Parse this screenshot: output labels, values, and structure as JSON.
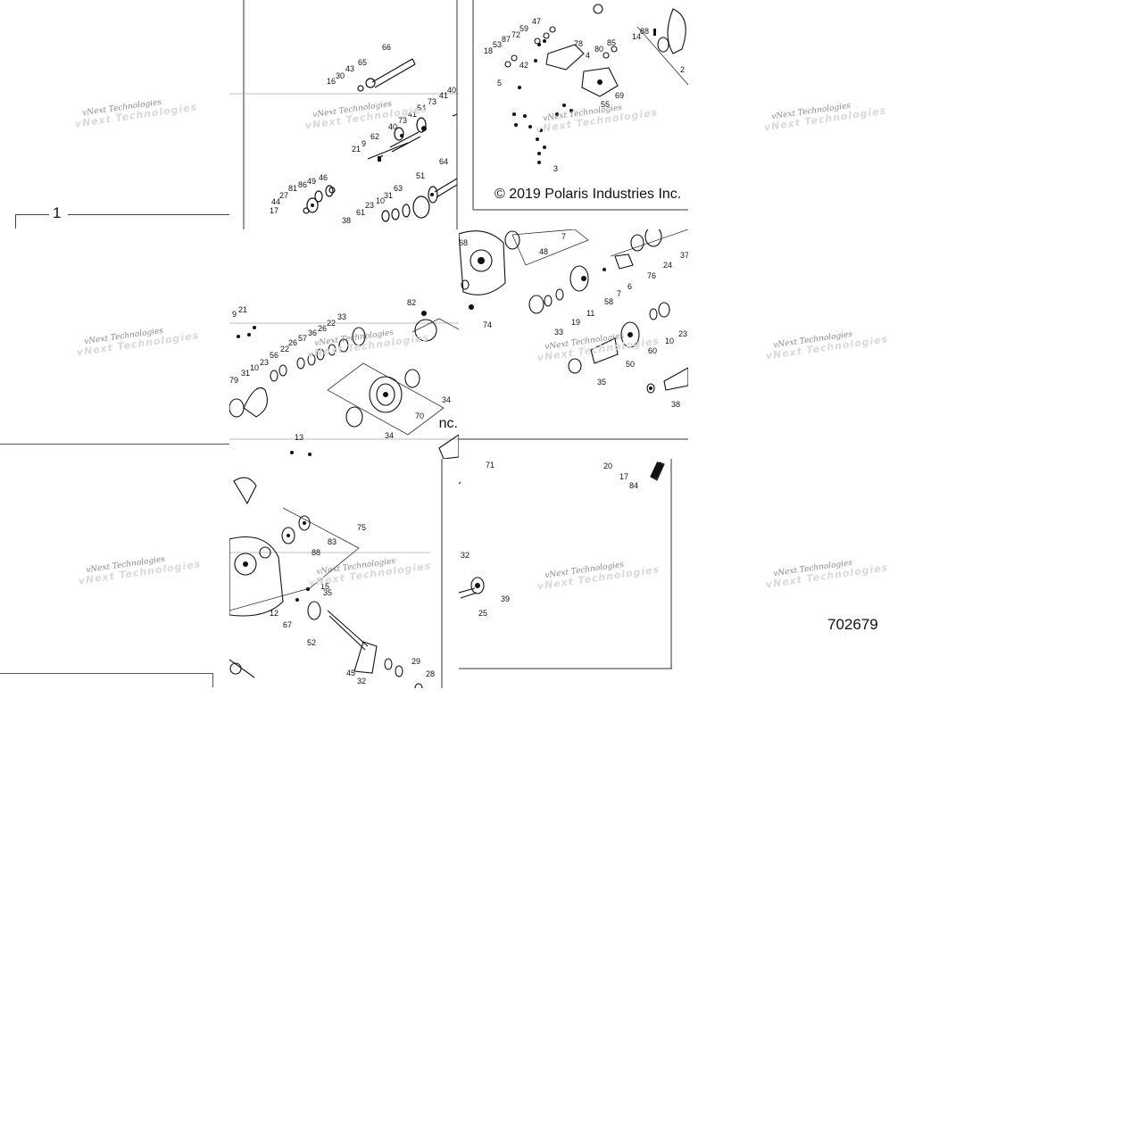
{
  "copyright": "© 2019 Polaris Industries Inc.",
  "copyright_tail": "nc.",
  "diagram_number": "702679",
  "callout_one": "1",
  "watermark": "vNext Technologies",
  "tiles": {
    "a": [
      "66",
      "43",
      "65",
      "30",
      "16",
      "41",
      "40",
      "73",
      "54",
      "41",
      "40",
      "73",
      "62",
      "9",
      "21",
      "64",
      "51",
      "46",
      "49",
      "86",
      "81",
      "27",
      "44",
      "17",
      "63",
      "31",
      "10",
      "23",
      "61",
      "38"
    ],
    "b": [
      "47",
      "59",
      "72",
      "87",
      "53",
      "18",
      "78",
      "42",
      "80",
      "85",
      "14",
      "88",
      "2",
      "4",
      "5",
      "69",
      "55",
      "3"
    ],
    "c": [
      "82",
      "21",
      "9",
      "33",
      "22",
      "26",
      "36",
      "57",
      "26",
      "22",
      "56",
      "23",
      "10",
      "31",
      "79",
      "70",
      "34",
      "34",
      "13"
    ],
    "d": [
      "68",
      "7",
      "48",
      "76",
      "24",
      "37",
      "6",
      "7",
      "58",
      "74",
      "11",
      "19",
      "33",
      "23",
      "10",
      "60",
      "50",
      "35",
      "38"
    ],
    "e": [
      "75",
      "83",
      "88",
      "15",
      "35",
      "12",
      "67",
      "52",
      "45",
      "32",
      "29",
      "28"
    ],
    "f": [
      "71",
      "20",
      "17",
      "84",
      "32",
      "39",
      "25"
    ]
  },
  "colors": {
    "ink": "#111111",
    "watermark": "#8a8a8a",
    "rule": "#444444"
  }
}
